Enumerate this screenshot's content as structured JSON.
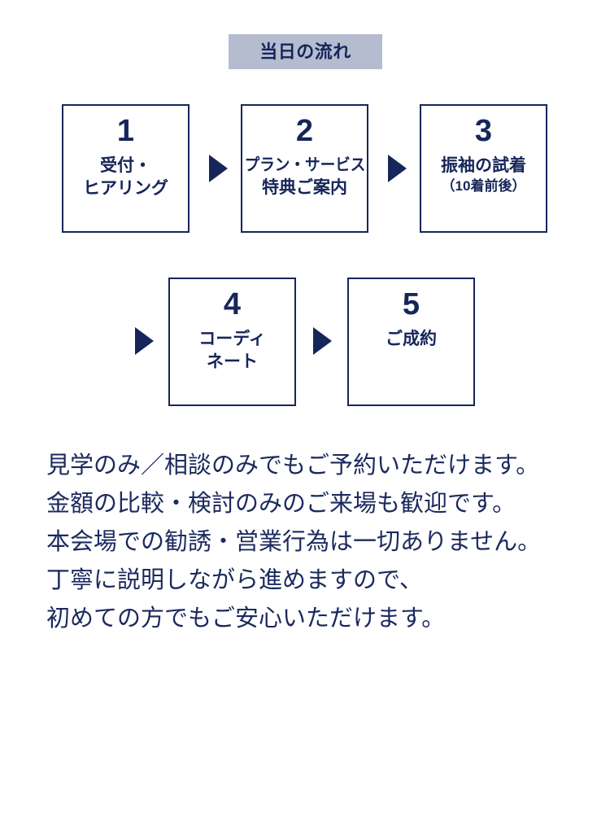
{
  "banner": {
    "title": "当日の流れ",
    "background_color": "#b5bcd0",
    "text_color": "#16265a"
  },
  "theme": {
    "navy": "#16265a",
    "note_navy": "#1b2a5e",
    "page_background": "#ffffff"
  },
  "flow": {
    "arrow_icon": "triangle-right-icon",
    "steps": [
      {
        "number": "1",
        "lines": [
          "受付・",
          "ヒアリング"
        ]
      },
      {
        "number": "2",
        "lines": [
          "プラン・サービス",
          "特典ご案内"
        ]
      },
      {
        "number": "3",
        "lines": [
          "振袖の試着",
          "（10着前後）"
        ]
      },
      {
        "number": "4",
        "lines": [
          "コーディ",
          "ネート"
        ]
      },
      {
        "number": "5",
        "lines": [
          "ご成約"
        ]
      }
    ]
  },
  "notes": {
    "lines": [
      "見学のみ／相談のみでもご予約いただけます。",
      "金額の比較・検討のみのご来場も歓迎です。",
      "本会場での勧誘・営業行為は一切ありません。",
      "丁寧に説明しながら進めますので、",
      "初めての方でもご安心いただけます。"
    ]
  }
}
